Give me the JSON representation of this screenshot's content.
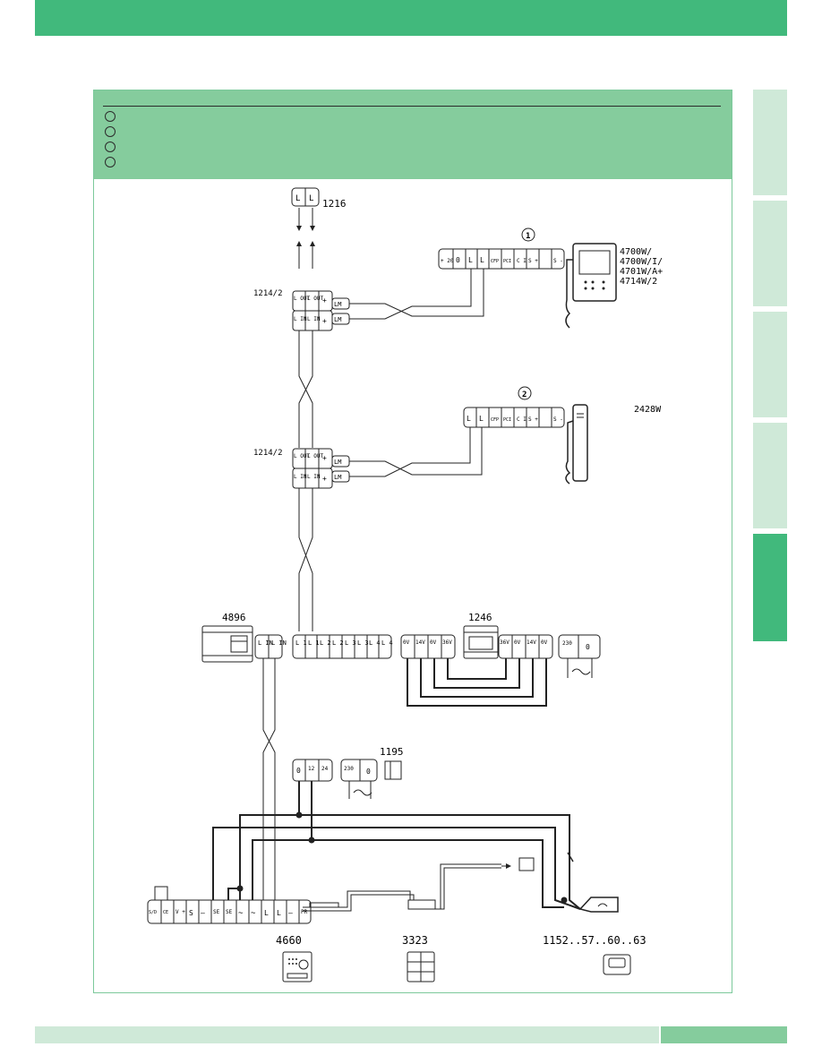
{
  "colors": {
    "header_green": "#41b97c",
    "panel_green": "#85cc9d",
    "light_green": "#cfe9d8",
    "line": "#222222"
  },
  "diagram": {
    "labels": {
      "top_interface": "1216",
      "distributor_1": "1214/2",
      "distributor_2": "1214/2",
      "monitor_1_models": [
        "4700W/",
        "4700W/I/",
        "4701W/A+",
        "4714W/2"
      ],
      "handset_2_model": "2428W",
      "switcher": "4896",
      "power_supply": "1246",
      "supply_1195": "1195",
      "panel_4660": "4660",
      "panel_3323": "3323",
      "lock_models": "1152..57..60..63"
    },
    "badges": {
      "one": "1",
      "two": "2"
    },
    "terminals": {
      "top": [
        "L",
        "L"
      ],
      "dist_top": [
        "L OUT",
        "L OUT",
        "+"
      ],
      "dist_bottom": [
        "L IN",
        "L IN",
        "+"
      ],
      "lm": "LM",
      "monitor_1": [
        "+ 20",
        "0",
        "L",
        "L",
        "CFP",
        "PCI",
        "C I",
        "S +",
        "S -"
      ],
      "handset_2": [
        "L",
        "L",
        "CFP",
        "PCI",
        "C I",
        "S +",
        "S -"
      ],
      "switcher_in": [
        "L IN",
        "L IN"
      ],
      "switcher_out": [
        "L 1",
        "L 1",
        "L 2",
        "L 2",
        "L 3",
        "L 3",
        "L 4",
        "L 4"
      ],
      "ps_left": [
        "0V",
        "14V",
        "0V",
        "36V"
      ],
      "ps_right": [
        "36V",
        "0V",
        "14V",
        "0V"
      ],
      "mains": [
        "230",
        "0"
      ],
      "t1195": [
        "0",
        "12",
        "24",
        "230",
        "0"
      ],
      "panel_row": [
        "S/D",
        "CE",
        "V +",
        "S",
        "—",
        "SE",
        "SE",
        "~",
        "~",
        "L",
        "L",
        "—",
        "PR"
      ]
    }
  }
}
